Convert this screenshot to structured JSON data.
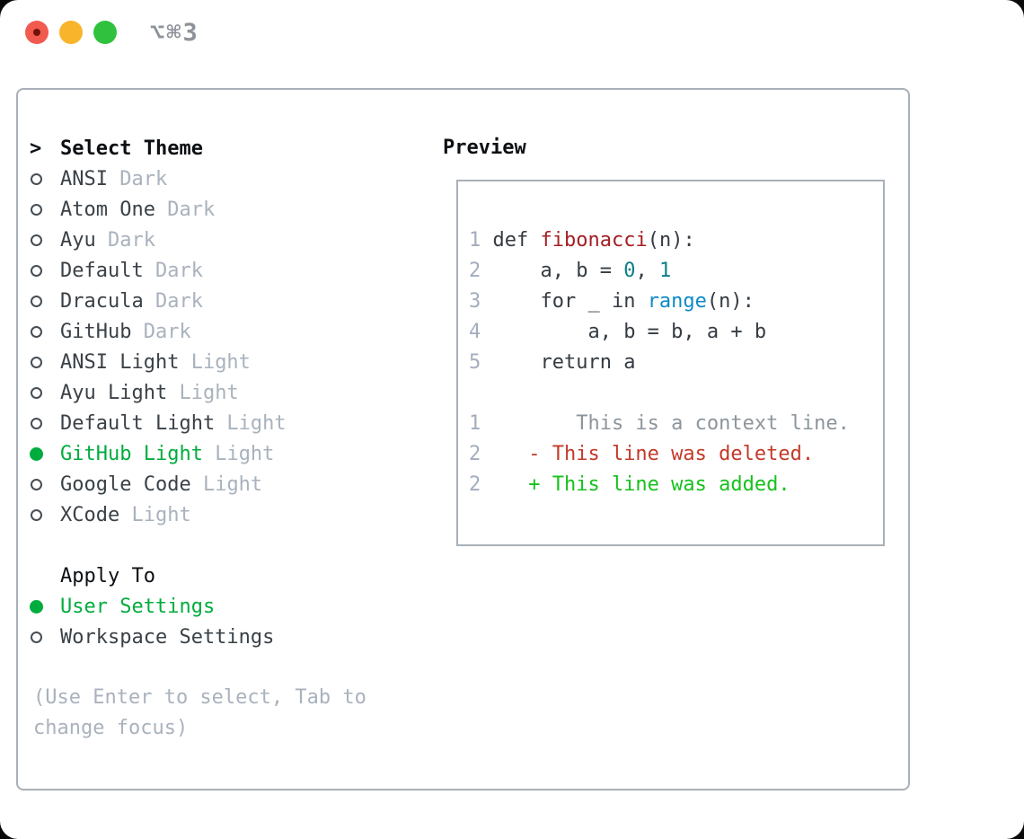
{
  "window": {
    "title": "⌥⌘3"
  },
  "accent_colors": {
    "traffic_close": "#f25a4f",
    "traffic_close_dot": "#701209",
    "traffic_minimize": "#f8b42a",
    "traffic_zoom": "#30c23f",
    "selection_green": "#00ac3e",
    "diff_added_green": "#16c11c",
    "diff_deleted_red": "#c23a28",
    "diff_context_gray": "#8d959c",
    "function_red": "#a41e23",
    "number_teal": "#0b7e86",
    "builtin_blue": "#0d8ac6",
    "muted_gray": "#a9b2bd",
    "border_gray": "#a9b0b8"
  },
  "theme_panel": {
    "header_marker": ">",
    "header": "Select Theme",
    "themes": [
      {
        "name": "ANSI",
        "variant": " Dark",
        "selected": false
      },
      {
        "name": "Atom One",
        "variant": " Dark",
        "selected": false
      },
      {
        "name": "Ayu",
        "variant": " Dark",
        "selected": false
      },
      {
        "name": "Default",
        "variant": " Dark",
        "selected": false
      },
      {
        "name": "Dracula",
        "variant": " Dark",
        "selected": false
      },
      {
        "name": "GitHub",
        "variant": " Dark",
        "selected": false
      },
      {
        "name": "ANSI Light",
        "variant": " Light",
        "selected": false
      },
      {
        "name": "Ayu Light",
        "variant": " Light",
        "selected": false
      },
      {
        "name": "Default Light",
        "variant": " Light",
        "selected": false
      },
      {
        "name": "GitHub Light",
        "variant": " Light",
        "selected": true
      },
      {
        "name": "Google Code",
        "variant": " Light",
        "selected": false
      },
      {
        "name": "XCode",
        "variant": " Light",
        "selected": false
      }
    ],
    "apply_to": {
      "label": "Apply To",
      "options": [
        {
          "label": "User Settings",
          "selected": true
        },
        {
          "label": "Workspace Settings",
          "selected": false
        }
      ]
    },
    "help_line1": "(Use Enter to select, Tab to",
    "help_line2": "change focus)"
  },
  "preview": {
    "title": "Preview",
    "code_lines": {
      "l1": {
        "no": "1",
        "s1": " def ",
        "fn": "fibonacci",
        "s2": "(n):"
      },
      "l2": {
        "no": "2",
        "s1": "     a, b = ",
        "n1": "0",
        "s2": ", ",
        "n2": "1"
      },
      "l3": {
        "no": "3",
        "s1": "     for _ in ",
        "fn": "range",
        "s2": "(n):"
      },
      "l4": {
        "no": "4",
        "s1": "         a, b = b, a + b"
      },
      "l5": {
        "no": "5",
        "s1": "     return a"
      }
    },
    "diff_lines": {
      "context": {
        "no": "1",
        "text": "        This is a context line."
      },
      "deleted": {
        "no": "2",
        "text": "    - This line was deleted."
      },
      "added": {
        "no": "2",
        "text": "    + This line was added."
      }
    }
  }
}
